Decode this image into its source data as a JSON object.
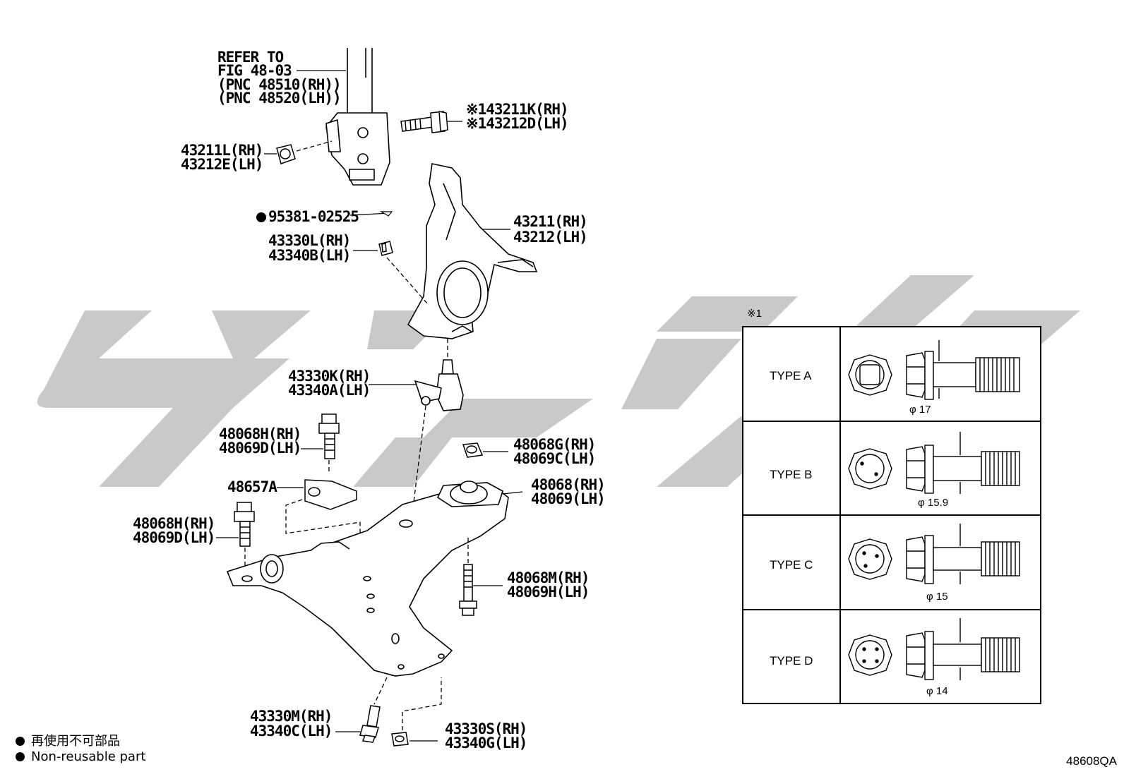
{
  "watermark_color": "#c9c9c9",
  "labels": {
    "refer_1": "REFER TO",
    "refer_2": "FIG 48-03",
    "refer_3": "(PNC 48510(RH))",
    "refer_4": "(PNC 48520(LH))",
    "bolt_rh": "※143211K(RH)",
    "bolt_lh": "※143212D(LH)",
    "nut_rh": "43211L(RH)",
    "nut_lh": "43212E(LH)",
    "pin": "95381-02525",
    "knuckle_rh": "43211(RH)",
    "knuckle_lh": "43212(LH)",
    "nut2_rh": "43330L(RH)",
    "nut2_lh": "43340B(LH)",
    "balljoint_rh": "43330K(RH)",
    "balljoint_lh": "43340A(LH)",
    "bolt3_rh": "48068H(RH)",
    "bolt3_lh": "48069D(LH)",
    "nut3_rh": "48068G(RH)",
    "nut3_lh": "48069C(LH)",
    "bracket": "48657A",
    "arm_rh": "48068(RH)",
    "arm_lh": "48069(LH)",
    "bolt4_rh": "48068H(RH)",
    "bolt4_lh": "48069D(LH)",
    "bolt5_rh": "48068M(RH)",
    "bolt5_lh": "48069H(LH)",
    "bolt6_rh": "43330M(RH)",
    "bolt6_lh": "43340C(LH)",
    "nut6_rh": "43330S(RH)",
    "nut6_lh": "43340G(LH)"
  },
  "table": {
    "note_mark": "※1",
    "rows": [
      {
        "type": "TYPE A",
        "diameter": "φ 17"
      },
      {
        "type": "TYPE B",
        "diameter": "φ 15.9"
      },
      {
        "type": "TYPE C",
        "diameter": "φ 15"
      },
      {
        "type": "TYPE D",
        "diameter": "φ 14"
      }
    ]
  },
  "legend": {
    "jp": "再使用不可部品",
    "en": "Non-reusable part"
  },
  "figure_code": "48608QA"
}
